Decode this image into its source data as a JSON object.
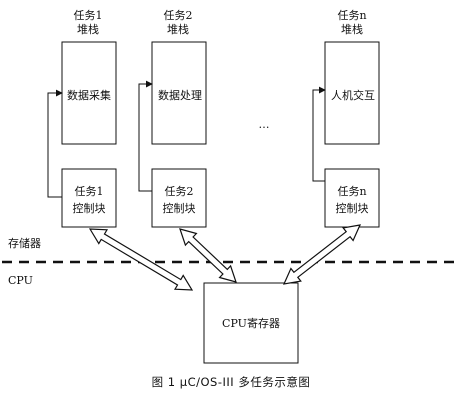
{
  "stacks": [
    {
      "title": "任务1",
      "subtitle": "堆栈",
      "content": "数据采集",
      "tcb_line1": "任务1",
      "tcb_line2": "控制块"
    },
    {
      "title": "任务2",
      "subtitle": "堆栈",
      "content": "数据处理",
      "tcb_line1": "任务2",
      "tcb_line2": "控制块"
    },
    {
      "title": "任务n",
      "subtitle": "堆栈",
      "content": "人机交互",
      "tcb_line1": "任务n",
      "tcb_line2": "控制块"
    }
  ],
  "ellipsis": "…",
  "region_memory": "存储器",
  "region_cpu": "CPU",
  "cpu_box_label": "CPU寄存器",
  "caption": "图 1   μC/OS-III 多任务示意图",
  "colors": {
    "stroke": "#111111",
    "arrow_fill": "#ffffff",
    "background": "#ffffff"
  }
}
